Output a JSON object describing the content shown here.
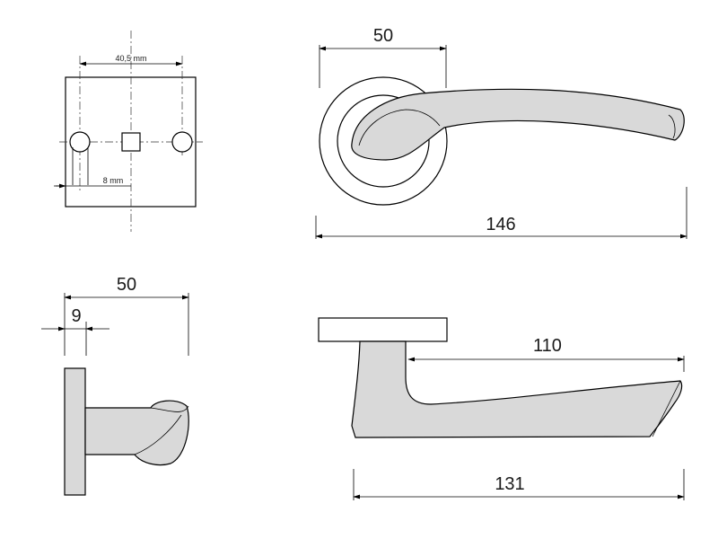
{
  "colors": {
    "line": "#000000",
    "fill": "#d9d9d9",
    "background": "#ffffff"
  },
  "top_left_view": {
    "hole_spacing": "40,5 mm",
    "offset": "8 mm"
  },
  "top_right_view": {
    "lever_width": "50",
    "overall_length": "146"
  },
  "bottom_left_view": {
    "projection": "50",
    "rose_thickness": "9"
  },
  "bottom_right_view": {
    "grip_length": "110",
    "overall_length": "131"
  }
}
